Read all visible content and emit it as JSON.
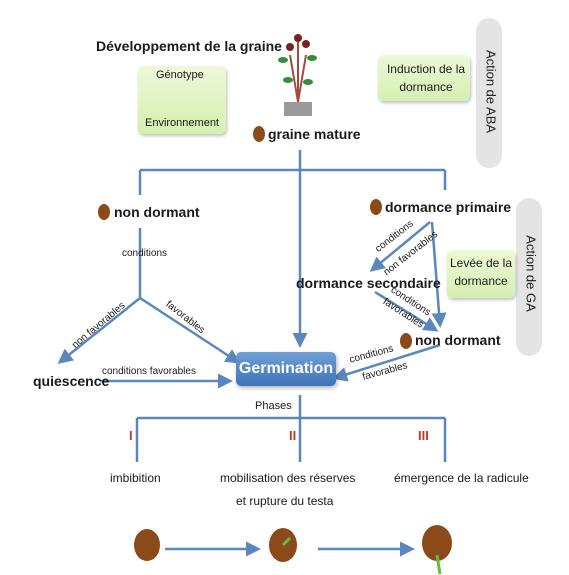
{
  "title": "Développement de la graine",
  "genotype": "Génotype",
  "environnement": "Environnement",
  "induction": "Induction de la dormance",
  "action_aba": "Action de ABA",
  "action_ga": "Action de GA",
  "graine_mature": "graine mature",
  "non_dormant_left": "non dormant",
  "dormance_primaire": "dormance primaire",
  "conditions_left": "conditions",
  "conditions_nonfav_1": "conditions",
  "conditions_nonfav_2": "non favorables",
  "levee": "Levée de la dormance",
  "dormance_secondaire": "dormance secondaire",
  "conditions_fav_1": "conditions",
  "conditions_fav_2": "favorables",
  "non_favorables": "non favorables",
  "favorables": "favorables",
  "non_dormant_right": "non dormant",
  "conditions_right": "conditions",
  "favorables_right": "favorables",
  "quiescence": "quiescence",
  "conditions_favorables": "conditions favorables",
  "germination": "Germination",
  "phases": "Phases",
  "phase_1_num": "I",
  "phase_2_num": "II",
  "phase_3_num": "III",
  "phase_1": "imbibition",
  "phase_2a": "mobilisation des réserves",
  "phase_2b": "et rupture du testa",
  "phase_3": "émergence de la radicule",
  "colors": {
    "arrow": "#5b87bf",
    "seed": "#8a4a1a",
    "roman": "#c0392b",
    "box": "#d5efb0",
    "germ": "#3f73b8"
  }
}
